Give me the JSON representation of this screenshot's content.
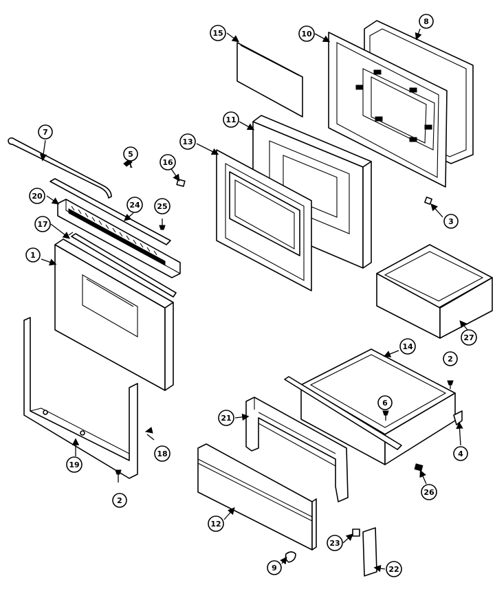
{
  "callouts": [
    {
      "id": "c1",
      "label": "1"
    },
    {
      "id": "c2a",
      "label": "2"
    },
    {
      "id": "c2b",
      "label": "2"
    },
    {
      "id": "c3",
      "label": "3"
    },
    {
      "id": "c4",
      "label": "4"
    },
    {
      "id": "c5",
      "label": "5"
    },
    {
      "id": "c6",
      "label": "6"
    },
    {
      "id": "c7",
      "label": "7"
    },
    {
      "id": "c8",
      "label": "8"
    },
    {
      "id": "c9",
      "label": "9"
    },
    {
      "id": "c10",
      "label": "10"
    },
    {
      "id": "c11",
      "label": "11"
    },
    {
      "id": "c12",
      "label": "12"
    },
    {
      "id": "c13",
      "label": "13"
    },
    {
      "id": "c14",
      "label": "14"
    },
    {
      "id": "c15",
      "label": "15"
    },
    {
      "id": "c16",
      "label": "16"
    },
    {
      "id": "c17",
      "label": "17"
    },
    {
      "id": "c18",
      "label": "18"
    },
    {
      "id": "c19",
      "label": "19"
    },
    {
      "id": "c20",
      "label": "20"
    },
    {
      "id": "c21",
      "label": "21"
    },
    {
      "id": "c22",
      "label": "22"
    },
    {
      "id": "c23",
      "label": "23"
    },
    {
      "id": "c24",
      "label": "24"
    },
    {
      "id": "c25",
      "label": "25"
    },
    {
      "id": "c26",
      "label": "26"
    },
    {
      "id": "c27",
      "label": "27"
    }
  ]
}
